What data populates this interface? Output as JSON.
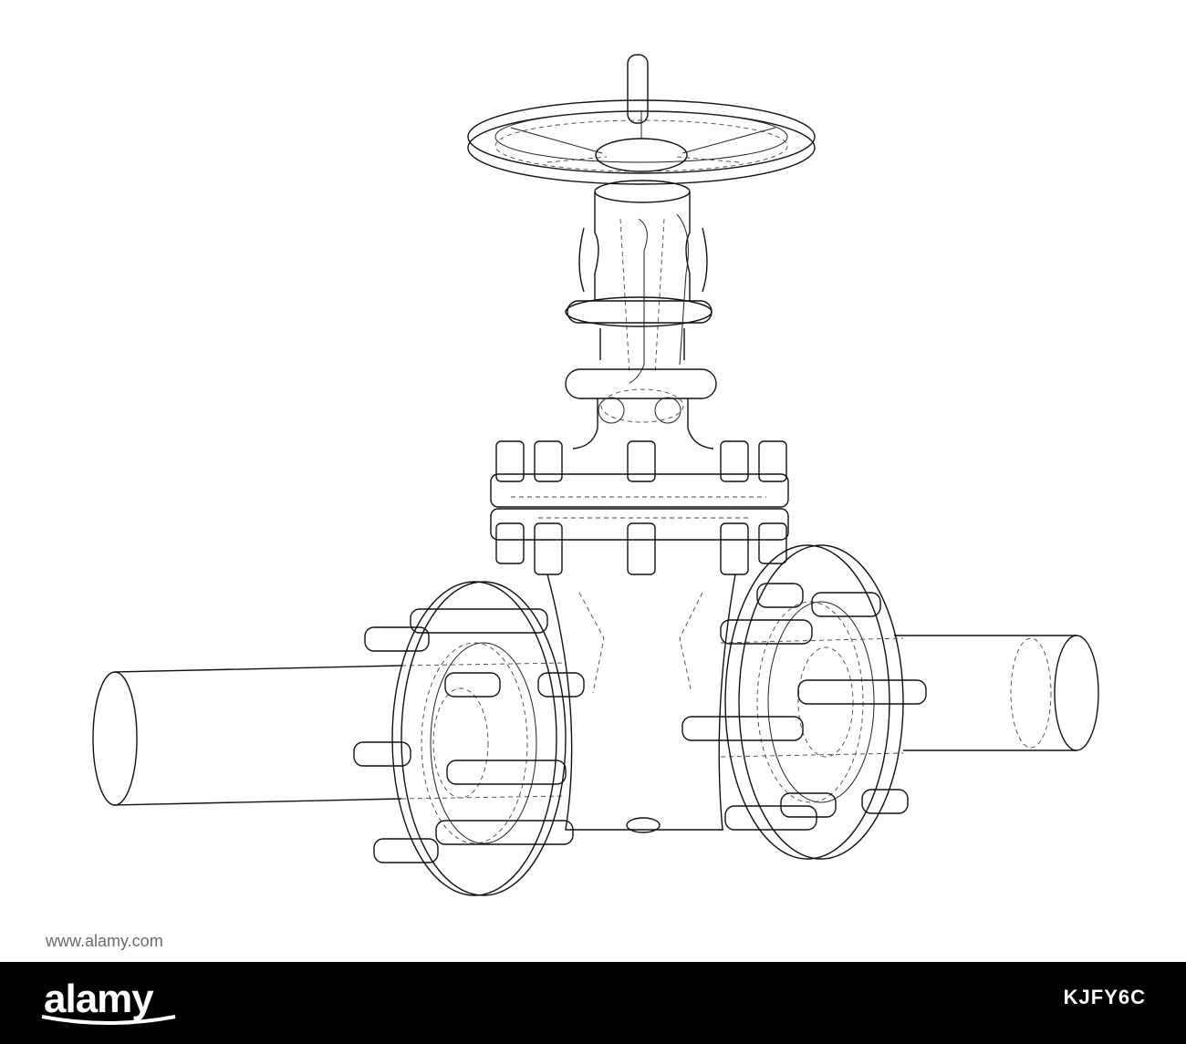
{
  "footer": {
    "logo_text": "alamy",
    "image_id": "KJFY6C",
    "background": "#000000",
    "text_color": "#ffffff"
  },
  "watermark": {
    "text": "www.alamy.com"
  },
  "drawing": {
    "line_color": "#111111",
    "background": "#ffffff"
  }
}
